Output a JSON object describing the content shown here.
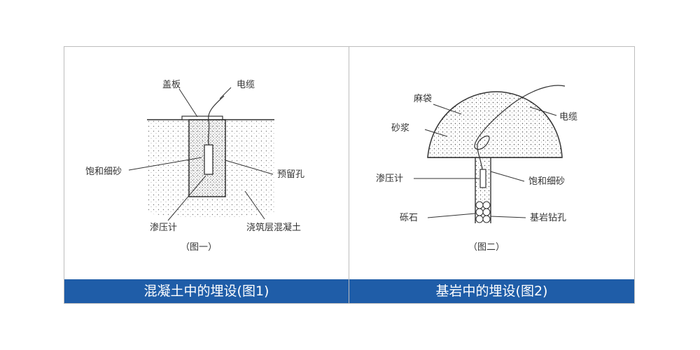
{
  "figures": [
    {
      "caption": "混凝土中的埋设(图1)",
      "sub_caption": "（图一）",
      "labels": {
        "cover": "盖板",
        "cable": "电缆",
        "fine_sand": "饱和细砂",
        "hole": "预留孔",
        "piezometer": "渗压计",
        "concrete": "浇筑层混凝土"
      }
    },
    {
      "caption": "基岩中的埋设(图2)",
      "sub_caption": "（图二）",
      "labels": {
        "sack": "麻袋",
        "cable": "电缆",
        "mortar": "砂浆",
        "piezometer": "渗压计",
        "fine_sand": "饱和细砂",
        "gravel": "砾石",
        "borehole": "基岩钻孔"
      }
    }
  ],
  "colors": {
    "caption_bar": "#1f5da8",
    "border": "#bdbdbd",
    "line": "#333333"
  }
}
